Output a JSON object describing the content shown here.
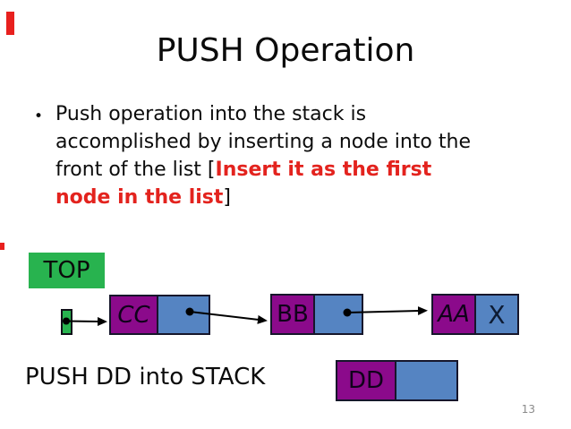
{
  "slide": {
    "title": "PUSH Operation",
    "page_number": "13"
  },
  "bullet": {
    "marker": "•",
    "text_black": "Push operation into the stack is accomplished by inserting a node into the front of the list [",
    "text_red_bold": "Insert it as the first node in the list",
    "text_black_close": "]"
  },
  "diagram": {
    "top_label": "TOP",
    "stack_nodes": [
      {
        "data": "CC",
        "next": ""
      },
      {
        "data": "BB",
        "next": ""
      },
      {
        "data": "AA",
        "next": "X"
      }
    ],
    "new_node": {
      "data": "DD",
      "next": ""
    },
    "caption": "PUSH DD into STACK",
    "colors": {
      "data_cell": "#8B0A8B",
      "pointer_cell": "#5584C2",
      "top_box": "#28B34F",
      "highlight_text": "#E3231E",
      "page_number": "#8a8a8a"
    }
  }
}
